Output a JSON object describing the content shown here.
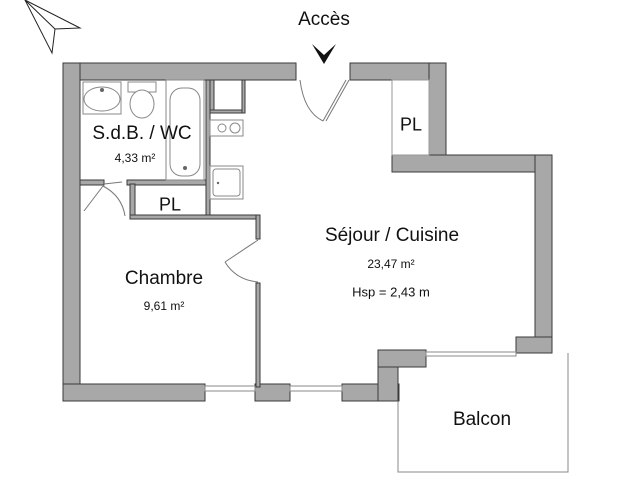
{
  "plan": {
    "entrance_label": "Accès",
    "rooms": [
      {
        "id": "sdb",
        "name": "S.d.B. / WC",
        "area": "4,33 m²"
      },
      {
        "id": "chambre",
        "name": "Chambre",
        "area": "9,61 m²"
      },
      {
        "id": "sejour",
        "name": "Séjour / Cuisine",
        "area": "23,47 m²",
        "ceiling_height": "Hsp = 2,43 m"
      },
      {
        "id": "balcon",
        "name": "Balcon"
      }
    ],
    "closets": [
      {
        "id": "pl-bedroom",
        "label": "PL"
      },
      {
        "id": "pl-living",
        "label": "PL"
      }
    ],
    "icons": {
      "north": "north-arrow-icon",
      "entrance": "entrance-arrow-icon"
    },
    "colors": {
      "wall_fill": "#a8a8a8",
      "wall_stroke": "#3a3a3a",
      "background": "#ffffff"
    }
  }
}
